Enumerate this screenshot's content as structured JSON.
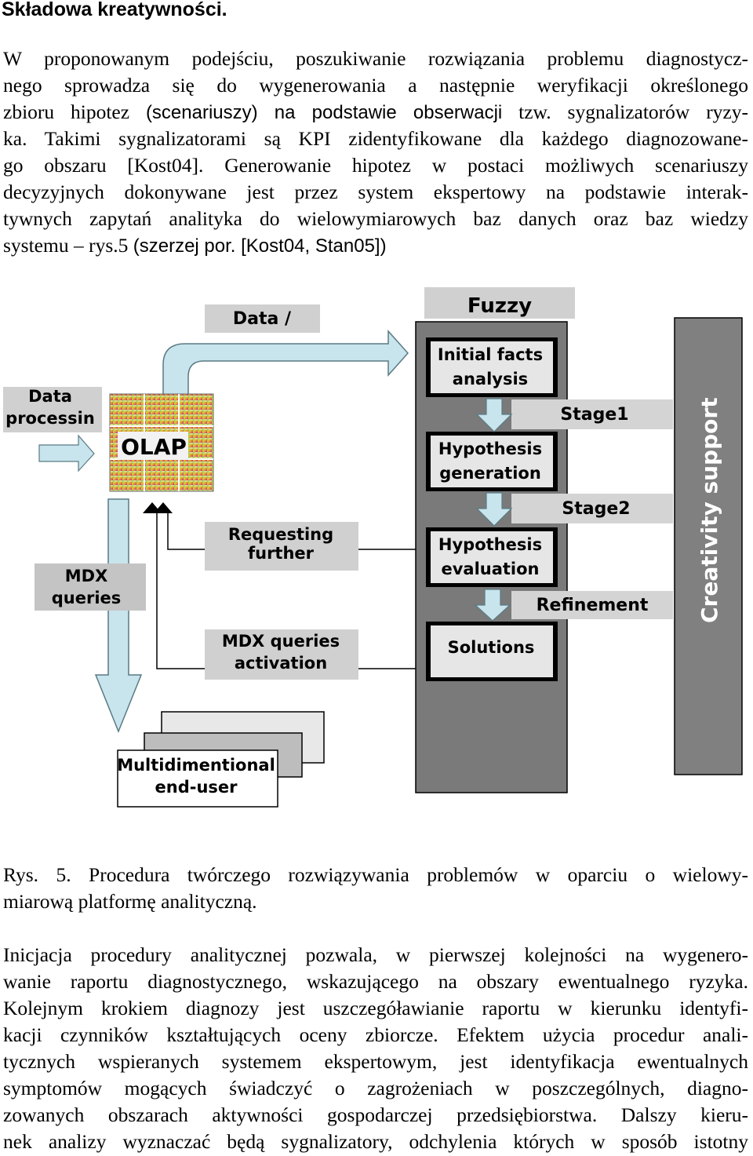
{
  "heading": "Składowa kreatywności.",
  "para1": [
    "W proponowanym podejściu, poszukiwanie rozwiązania problemu diagnostycz-",
    "nego sprowadza się do wygenerowania a następnie weryfikacji określonego",
    [
      "zbioru hipotez (scenariuszy) na podstawie obserwacji tzw. sygnalizatorów ryzy-"
    ],
    "ka. Takimi sygnalizatorami są KPI zidentyfikowane dla każdego diagnozowane-",
    "go obszaru [Kost04]. Generowanie hipotez w postaci możliwych scenariuszy",
    "decyzyjnych dokonywane jest przez system ekspertowy na podstawie interak-",
    "tywnych zapytań analityka do wielowymiarowych baz danych oraz baz wiedzy",
    "systemu – rys.5 (szerzej por. [Kost04, Stan05])"
  ],
  "p1_line3": {
    "serif_a": "zbioru hipotez ",
    "sans": "(scenariuszy) na podstawie obserwacji",
    "serif_b": " tzw. sygnalizatorów ryzy-"
  },
  "p1_line8": {
    "serif_a": "systemu – rys.5 ",
    "sans": "(szerzej por. [Kost04, Stan05])"
  },
  "diagram": {
    "data_label": "Data /",
    "fuzzy_label": "Fuzzy",
    "data_processing_label": [
      "Data",
      "processin"
    ],
    "olap_label": "OLAP",
    "mdx_queries_label": [
      "MDX",
      "queries"
    ],
    "requesting_label": [
      "Requesting",
      "further"
    ],
    "mdx_activation_label": [
      "MDX queries",
      "activation"
    ],
    "multidim_label": [
      "Multidimentional",
      "end-user"
    ],
    "initial_facts_label": [
      "Initial facts",
      "analysis"
    ],
    "hyp_generation_label": [
      "Hypothesis",
      "generation"
    ],
    "hyp_evaluation_label": [
      "Hypothesis",
      "evaluation"
    ],
    "solutions_label": "Solutions",
    "stage1_label": "Stage1",
    "stage2_label": "Stage2",
    "refinement_label": "Refinement",
    "creativity_label": "Creativity support"
  },
  "caption": [
    "Rys. 5. Procedura twórczego rozwiązywania problemów w oparciu o wielowy-",
    "miarową platformę analityczną."
  ],
  "para2": [
    "Inicjacja procedury analitycznej pozwala, w pierwszej kolejności na wygenero-",
    "wanie raportu diagnostycznego, wskazującego na obszary ewentualnego ryzyka.",
    "Kolejnym krokiem diagnozy jest uszczegóławianie raportu w kierunku identyfi-",
    "kacji czynników kształtujących oceny zbiorcze. Efektem użycia procedur anali-",
    "tycznych wspieranych systemem ekspertowym, jest identyfikacja ewentualnych",
    "symptomów mogących świadczyć o zagrożeniach w poszczególnych, diagno-",
    "zowanych obszarach aktywności gospodarczej przedsiębiorstwa. Dalszy kieru-",
    "nek analizy wyznaczać będą sygnalizatory, odchylenia których w sposób istotny"
  ]
}
